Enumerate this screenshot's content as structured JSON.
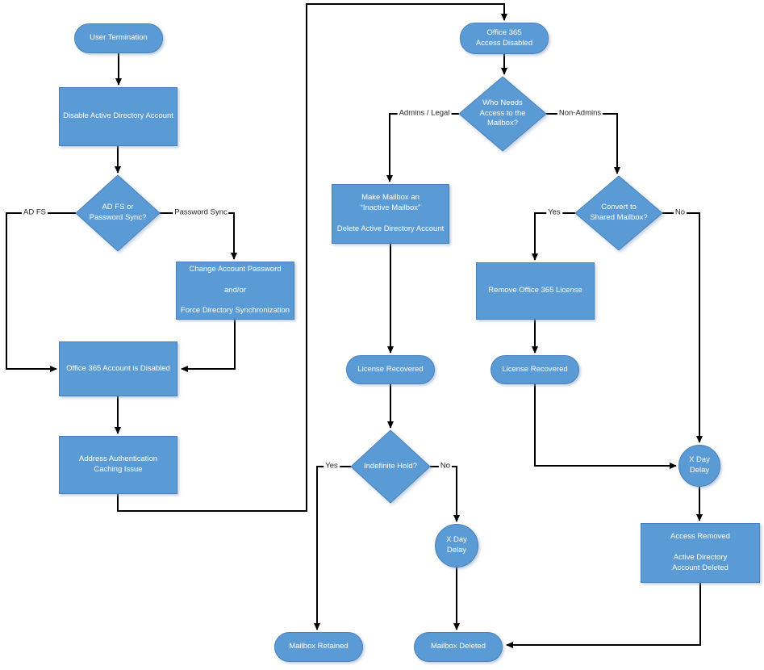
{
  "colors": {
    "node_fill": "#5b9bd5",
    "node_border": "#4a80b8",
    "node_text": "#ffffff",
    "connector": "#000000",
    "edge_label_text": "#1f1f1f",
    "canvas_background": "#ffffff"
  },
  "nodes": {
    "user_termination": {
      "label": "User Termination"
    },
    "disable_ad_account": {
      "label": "Disable Active Directory Account"
    },
    "adfs_or_password_sync": {
      "label": "AD FS or\nPassword Sync?"
    },
    "change_account_password": {
      "label": "Change Account Password\n\nand/or\n\nForce Directory Synchronization"
    },
    "office365_account_disabled": {
      "label": "Office 365 Account is Disabled"
    },
    "address_auth_caching": {
      "label": "Address Authentication\nCaching Issue"
    },
    "office365_access_disabled": {
      "label": "Office 365\nAccess Disabled"
    },
    "who_needs_access": {
      "label": "Who Needs\nAccess to the\nMailbox?"
    },
    "make_mailbox_inactive": {
      "label": "Make Mailbox an\n“Inactive Mailbox”\n\nDelete Active Directory Account"
    },
    "license_recovered_mid": {
      "label": "License Recovered"
    },
    "indefinite_hold": {
      "label": "Indefinite Hold?"
    },
    "x_day_delay_mid": {
      "label": "X Day\nDelay"
    },
    "mailbox_retained": {
      "label": "Mailbox Retained"
    },
    "mailbox_deleted": {
      "label": "Mailbox Deleted"
    },
    "convert_to_shared": {
      "label": "Convert to\nShared Mailbox?"
    },
    "remove_office365_license": {
      "label": "Remove Office 365 License"
    },
    "license_recovered_right": {
      "label": "License Recovered"
    },
    "x_day_delay_right": {
      "label": "X Day\nDelay"
    },
    "access_removed": {
      "label": "Access Removed\n\nActive Directory\nAccount Deleted"
    }
  },
  "edge_labels": {
    "adfs": "AD FS",
    "password_sync": "Password Sync",
    "admins_legal": "Admins / Legal",
    "non_admins": "Non-Admins",
    "convert_yes": "Yes",
    "convert_no": "No",
    "indefinite_yes": "Yes",
    "indefinite_no": "No"
  }
}
